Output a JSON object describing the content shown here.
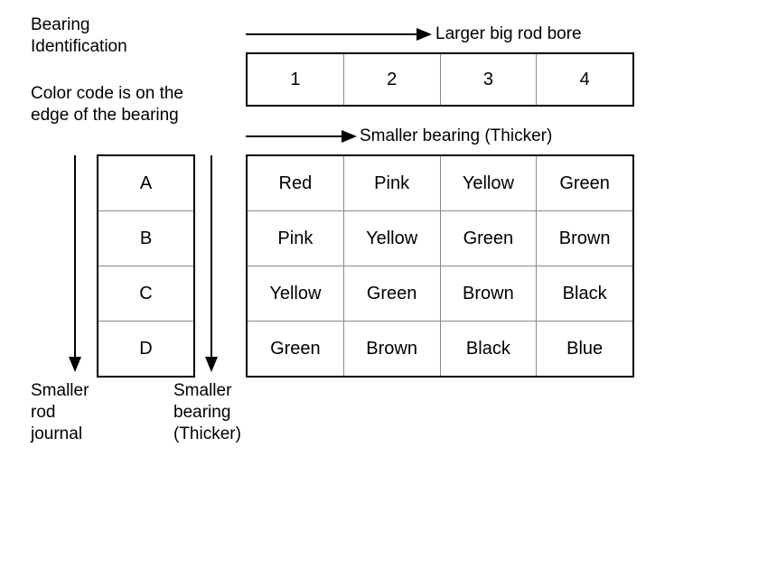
{
  "title": "Bearing\nIdentification",
  "note": "Color code is on the\nedge of the bearing",
  "arrows": {
    "larger_bore_label": "Larger big rod bore",
    "smaller_bearing_label": "Smaller bearing (Thicker)",
    "rod_journal_label": "Smaller\nrod\njournal",
    "bearing_thickness_label": "Smaller\nbearing\n(Thicker)"
  },
  "bore_sizes": {
    "columns": [
      "1",
      "2",
      "3",
      "4"
    ]
  },
  "journal_letters": {
    "rows": [
      "A",
      "B",
      "C",
      "D"
    ]
  },
  "color_codes": {
    "rows": [
      [
        "Red",
        "Pink",
        "Yellow",
        "Green"
      ],
      [
        "Pink",
        "Yellow",
        "Green",
        "Brown"
      ],
      [
        "Yellow",
        "Green",
        "Brown",
        "Black"
      ],
      [
        "Green",
        "Brown",
        "Black",
        "Blue"
      ]
    ]
  },
  "colors": {
    "border": "#000000",
    "grid_line": "#8a8a8a",
    "text": "#000000",
    "background": "#ffffff"
  }
}
